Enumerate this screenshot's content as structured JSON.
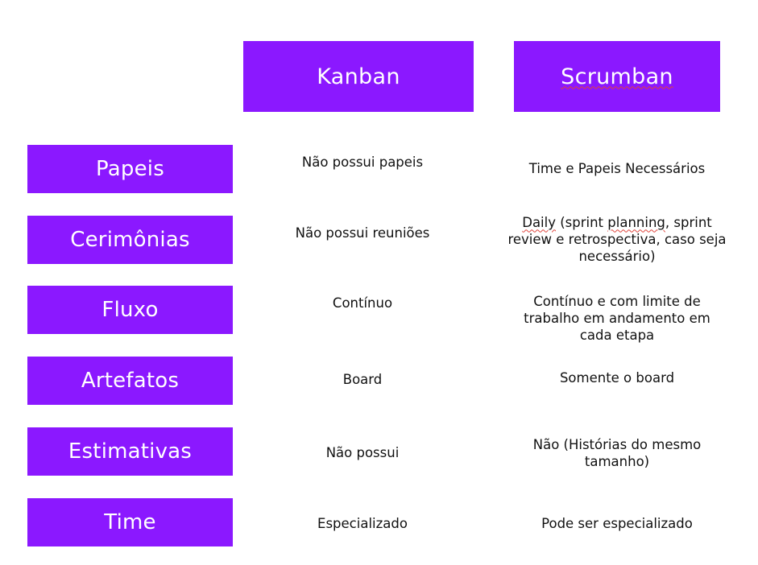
{
  "headers": {
    "kanban": "Kanban",
    "scrumban": "Scrumban"
  },
  "rows": [
    {
      "label": "Papeis",
      "kanban": "Não possui papeis",
      "scrumban": "Time e Papeis Necessários"
    },
    {
      "label": "Cerimônias",
      "kanban": "Não possui reuniões",
      "scrumban_parts": {
        "line1_prefix": "Daily",
        "line1_mid": " (sprint ",
        "line1_planning": "planning",
        "line1_suffix": ", sprint",
        "line2": "review e retrospectiva, caso seja",
        "line3": "necessário)"
      }
    },
    {
      "label": "Fluxo",
      "kanban": "Contínuo",
      "scrumban_lines": [
        "Contínuo e com limite de",
        "trabalho em andamento em",
        "cada etapa"
      ]
    },
    {
      "label": "Artefatos",
      "kanban": "Board",
      "scrumban": "Somente o board"
    },
    {
      "label": "Estimativas",
      "kanban": "Não possui",
      "scrumban_lines": [
        "Não (Histórias do mesmo",
        "tamanho)"
      ]
    },
    {
      "label": "Time",
      "kanban": "Especializado",
      "scrumban": "Pode ser especializado"
    }
  ],
  "colors": {
    "accent": "#8b18ff",
    "text": "#111111",
    "spellcheck_underline": "#e0433b"
  }
}
